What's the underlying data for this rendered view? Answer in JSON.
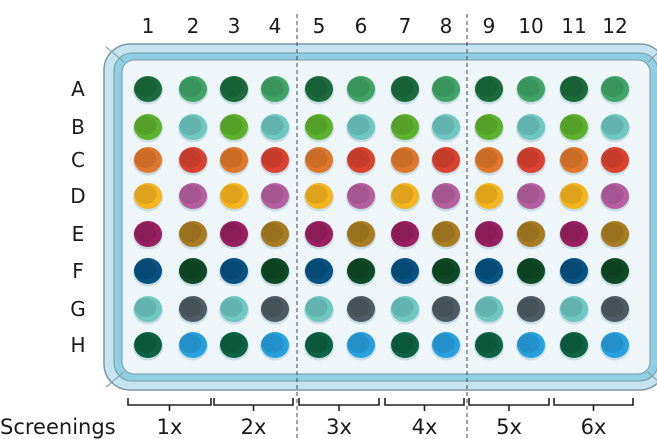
{
  "plate": {
    "columns": [
      "1",
      "2",
      "3",
      "4",
      "5",
      "6",
      "7",
      "8",
      "9",
      "10",
      "11",
      "12"
    ],
    "rows": [
      "A",
      "B",
      "C",
      "D",
      "E",
      "F",
      "G",
      "H"
    ],
    "frame_colors": {
      "outer": "#c6e4ef",
      "outer_stroke": "#7b97a6",
      "rim": "#8fcfe2",
      "inner": "#eef6f9"
    },
    "well_colors": [
      [
        "#1b6b3c",
        "#3fa465"
      ],
      [
        "#5db22d",
        "#6ec7c1"
      ],
      [
        "#e0772a",
        "#db4330"
      ],
      [
        "#f6b51e",
        "#b65fa0"
      ],
      [
        "#9a1f60",
        "#a97c22"
      ],
      [
        "#065282",
        "#0e4a25"
      ],
      [
        "#6ec7c1",
        "#4f5a63"
      ],
      [
        "#0d6243",
        "#27a0e0"
      ]
    ]
  },
  "screenings": {
    "title": "Screenings",
    "groups": [
      {
        "label": "1x",
        "cols": [
          1,
          2
        ]
      },
      {
        "label": "2x",
        "cols": [
          3,
          4
        ]
      },
      {
        "label": "3x",
        "cols": [
          5,
          6
        ]
      },
      {
        "label": "4x",
        "cols": [
          7,
          8
        ]
      },
      {
        "label": "5x",
        "cols": [
          9,
          10
        ]
      },
      {
        "label": "6x",
        "cols": [
          11,
          12
        ]
      }
    ]
  }
}
